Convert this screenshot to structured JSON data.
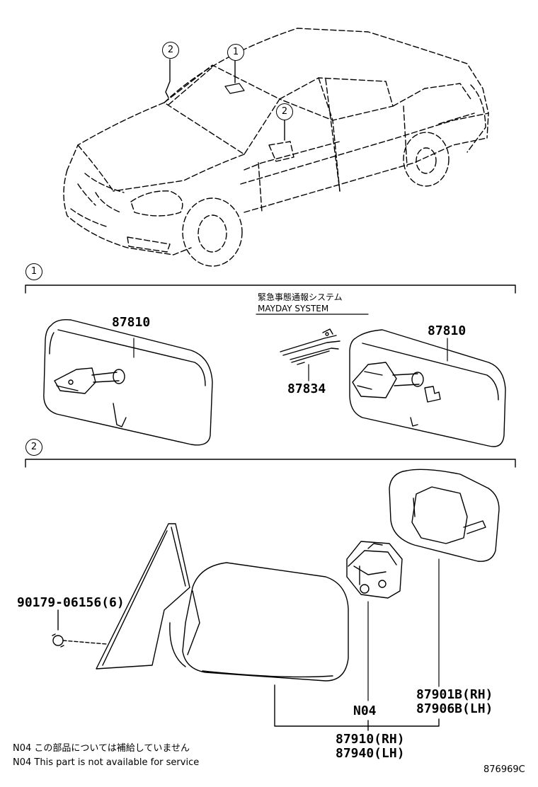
{
  "callouts": {
    "group1": "1",
    "group2": "2"
  },
  "mayday": {
    "japanese": "緊急事態通報システム",
    "english": "MAYDAY SYSTEM"
  },
  "parts": {
    "inner_mirror_left": "87810",
    "inner_mirror_right": "87810",
    "mayday_wire": "87834",
    "bolt": "90179-06156(6)",
    "outer_mirror_rh": "87901B(RH)",
    "outer_mirror_lh": "87906B(LH)",
    "not_available_code": "N04",
    "mirror_assembly_rh": "87910(RH)",
    "mirror_assembly_lh": "87940(LH)"
  },
  "notes": {
    "jp": "N04 この部品については補給していません",
    "en": "N04 This part is not available for service"
  },
  "diagram_id": "876969C"
}
